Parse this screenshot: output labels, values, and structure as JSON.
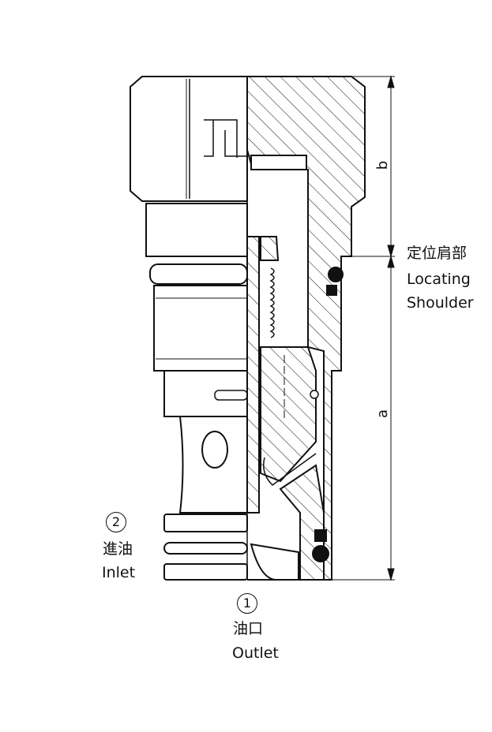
{
  "title": "Cartridge valve cross-section",
  "dimensions": {
    "a": "a",
    "b": "b"
  },
  "shoulder": {
    "zh": "定位肩部",
    "en1": "Locating",
    "en2": "Shoulder"
  },
  "port2": {
    "num": "2",
    "zh": "進油",
    "en": "Inlet"
  },
  "port1": {
    "num": "1",
    "zh": "油口",
    "en": "Outlet"
  },
  "colors": {
    "line": "#111111",
    "background": "#ffffff"
  }
}
